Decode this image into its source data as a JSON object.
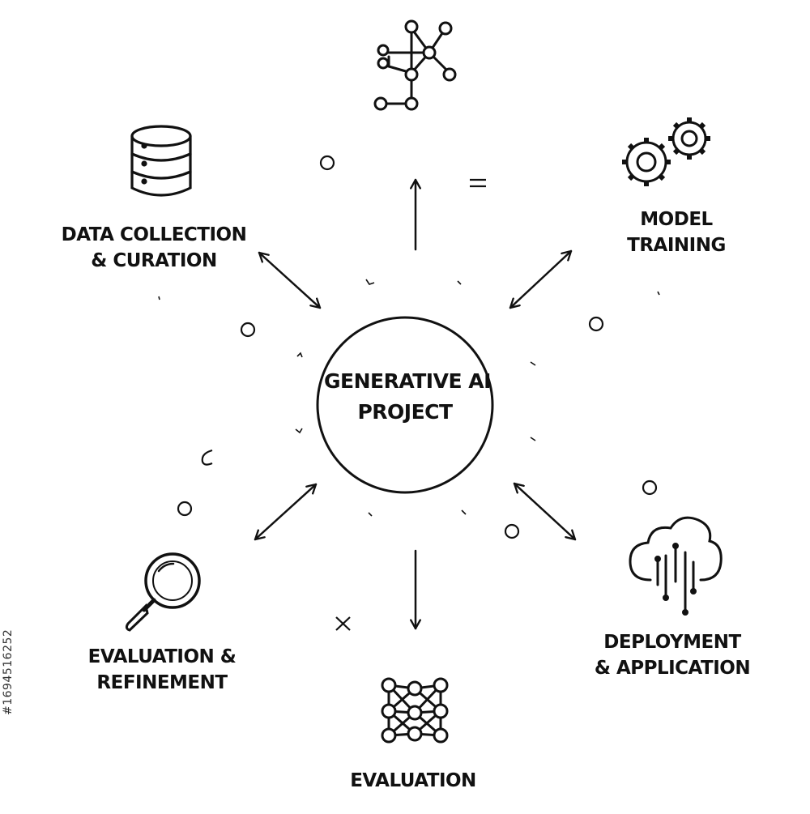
{
  "hub": {
    "line1": "GENERATIVE AI",
    "line2": "PROJECT"
  },
  "nodes": {
    "data_collection": {
      "line1": "DATA COLLECTION",
      "line2": "& CURATION",
      "icon": "database-icon"
    },
    "model_training": {
      "line1": "MODEL",
      "line2": "TRAINING",
      "icon": "gears-icon"
    },
    "evaluation_refinement": {
      "line1": "EVALUATION &",
      "line2": "REFINEMENT",
      "icon": "magnifier-icon"
    },
    "deployment": {
      "line1": "DEPLOYMENT",
      "line2": "& APPLICATION",
      "icon": "cloud-circuit-icon"
    },
    "evaluation": {
      "line1": "EVALUATION",
      "icon": "neural-network-icon"
    },
    "top": {
      "icon": "node-graph-icon"
    }
  },
  "watermark_side_text": "#1694516252",
  "colors": {
    "stroke": "#111111",
    "background": "#ffffff"
  }
}
